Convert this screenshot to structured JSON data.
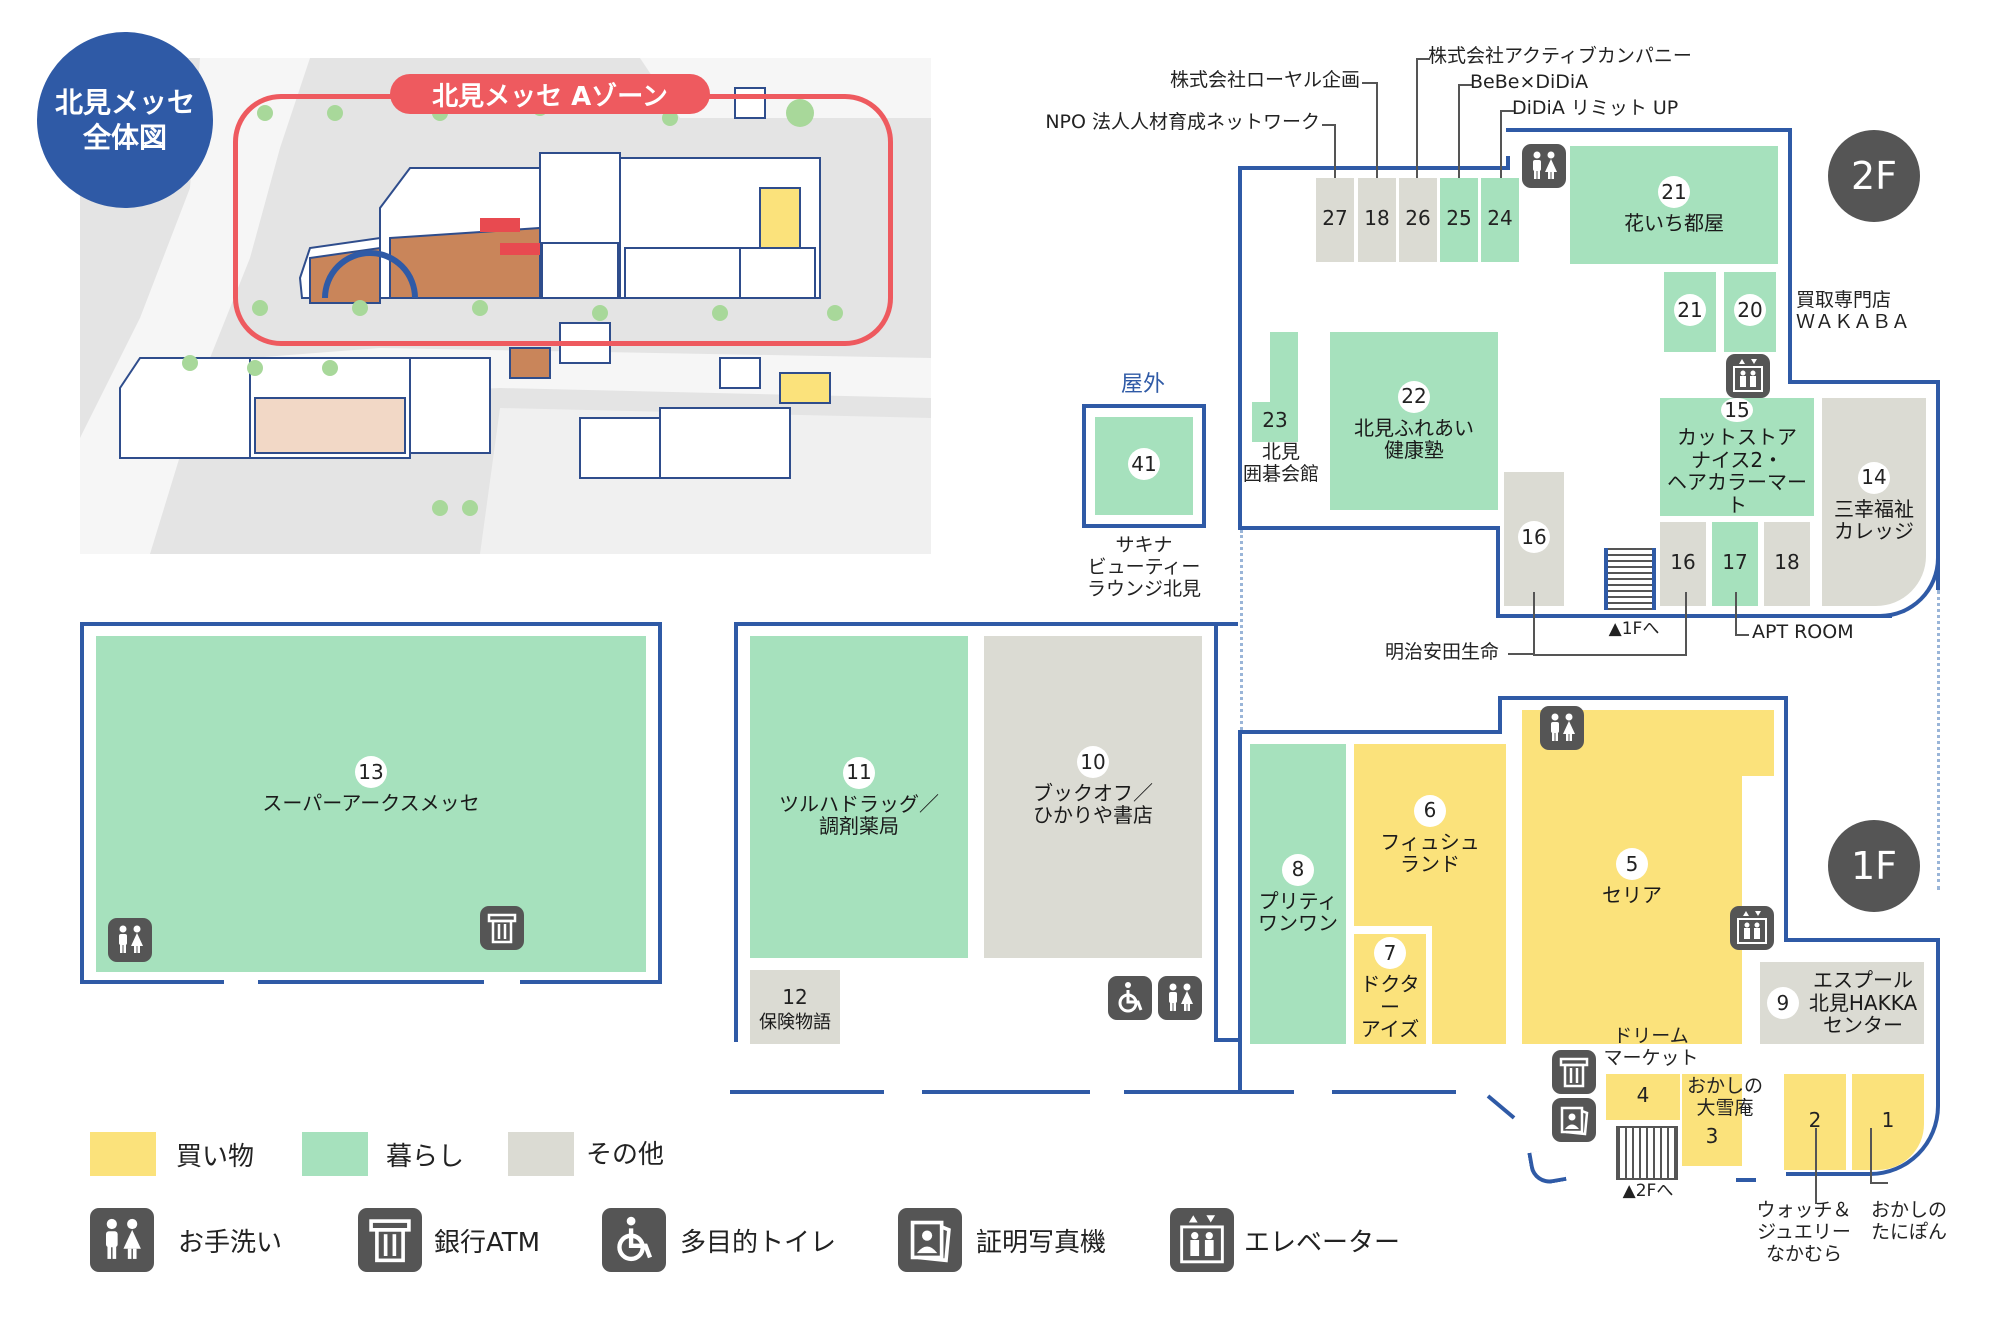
{
  "overview": {
    "badge": "北見メッセ\n全体図",
    "zone_label": "北見メッセ Aゾーン"
  },
  "floors": {
    "f2": "2F",
    "f1": "1F"
  },
  "outdoor": {
    "heading": "屋外",
    "num": "41",
    "name": "サキナ\nビューティー\nラウンジ北見"
  },
  "rooms": {
    "r13": {
      "num": "13",
      "name": "スーパーアークスメッセ"
    },
    "r11": {
      "num": "11",
      "name": "ツルハドラッグ／\n調剤薬局"
    },
    "r10": {
      "num": "10",
      "name": "ブックオフ／\nひかりや書店"
    },
    "r12": {
      "num": "12",
      "name": "保険物語"
    },
    "r8": {
      "num": "8",
      "name": "プリティ\nワンワン"
    },
    "r6": {
      "num": "6",
      "name": "フィュシュ\nランド"
    },
    "r7": {
      "num": "7",
      "name": "ドクター\nアイズ"
    },
    "r5": {
      "num": "5",
      "name": "セリア"
    },
    "r9": {
      "num": "9",
      "name": "エスプール\n北見HAKKA\nセンター"
    },
    "r4": {
      "num": "4"
    },
    "r3": {
      "num": "3"
    },
    "r2": {
      "num": "2"
    },
    "r1": {
      "num": "1"
    },
    "r21a": {
      "num": "21",
      "name": "花いち都屋"
    },
    "r21b": {
      "num": "21"
    },
    "r20": {
      "num": "20"
    },
    "r22": {
      "num": "22",
      "name": "北見ふれあい\n健康塾"
    },
    "r23": {
      "num": "23"
    },
    "r15": {
      "num": "15",
      "name": "カットストア\nナイス2・\nヘアカラーマート"
    },
    "r14": {
      "num": "14",
      "name": "三幸福祉\nカレッジ"
    },
    "r16a": {
      "num": "16"
    },
    "r16b": {
      "num": "16"
    },
    "r17": {
      "num": "17"
    },
    "r18b": {
      "num": "18"
    },
    "r27": {
      "num": "27"
    },
    "r18": {
      "num": "18"
    },
    "r26": {
      "num": "26"
    },
    "r25": {
      "num": "25"
    },
    "r24": {
      "num": "24"
    }
  },
  "callouts": {
    "npo": "NPO 法人人材育成ネットワーク",
    "royal": "株式会社ローヤル企画",
    "active": "株式会社アクティブカンパニー",
    "bebe": "BeBe×DiDiA",
    "didia": "DiDiA リミット UP",
    "wakaba": "買取専門店\nＷＡＫＡＢＡ",
    "igo": "北見\n囲碁会館",
    "meiji": "明治安田生命",
    "apt": "APT ROOM",
    "to1f": "▲1Fへ",
    "to2f": "▲2Fへ",
    "dream": "ドリーム\nマーケット",
    "okashi_dai": "おかしの\n大雪庵",
    "watch": "ウォッチ＆\nジュエリー\nなかむら",
    "tanipon": "おかしの\nたにぽん"
  },
  "legend": {
    "shopping": "買い物",
    "living": "暮らし",
    "other": "その他",
    "toilet": "お手洗い",
    "atm": "銀行ATM",
    "multi_toilet": "多目的トイレ",
    "photo": "証明写真機",
    "elevator": "エレベーター"
  },
  "colors": {
    "shopping": "#fbe27b",
    "living": "#a6e1bd",
    "other": "#dbdbd3",
    "wall": "#2f5aa6",
    "badge": "#2f5aa6",
    "zone": "#ee5a5f",
    "icon": "#555555"
  }
}
